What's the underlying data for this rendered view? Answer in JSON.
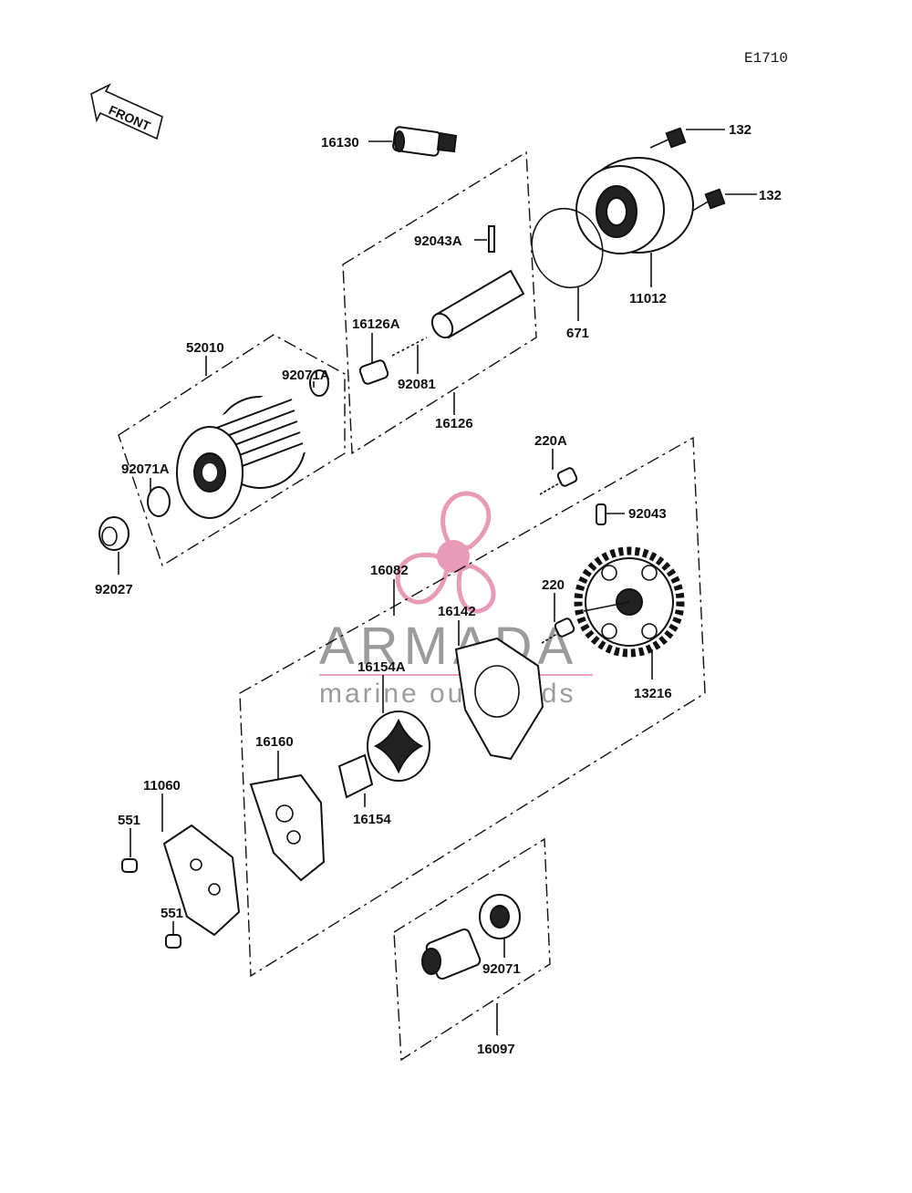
{
  "diagram_code": "E1710",
  "front_label": "FRONT",
  "watermark": {
    "brand": "ARMADA",
    "tagline": "marine outboards",
    "accent_color": "#e07aa0"
  },
  "parts": {
    "p16130": "16130",
    "p132a": "132",
    "p132b": "132",
    "p92043A": "92043A",
    "p11012": "11012",
    "p671": "671",
    "p16126A": "16126A",
    "p92081": "92081",
    "p16126": "16126",
    "p52010": "52010",
    "p92071A_top": "92071A",
    "p92071A_left": "92071A",
    "p92027": "92027",
    "p220A": "220A",
    "p92043": "92043",
    "p16082": "16082",
    "p220": "220",
    "p16142": "16142",
    "p13216": "13216",
    "p16154A": "16154A",
    "p16160": "16160",
    "p11060": "11060",
    "p551a": "551",
    "p551b": "551",
    "p16154": "16154",
    "p92071": "92071",
    "p16097": "16097"
  }
}
